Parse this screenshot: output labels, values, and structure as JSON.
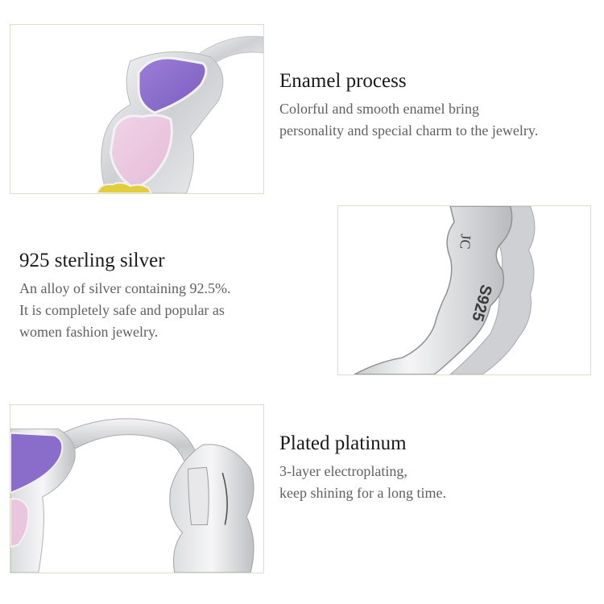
{
  "features": [
    {
      "title": "Enamel process",
      "description_lines": [
        "Colorful and smooth enamel bring",
        "personality and special charm to the jewelry."
      ],
      "image": "close-up of silver earring with purple, pink and yellow enamel hearts"
    },
    {
      "title": "925 sterling silver",
      "description_lines": [
        "An alloy of silver containing 92.5%.",
        "It is completely safe and popular as",
        "women fashion jewelry."
      ],
      "image": "inner side of silver earring with engraved stamp",
      "engraving": "S925"
    },
    {
      "title": "Plated platinum",
      "description_lines": [
        "3-layer electroplating,",
        "keep shining for a long time."
      ],
      "image": "hinged hoop clasp of silver earring"
    }
  ],
  "colors": {
    "frame_border": "#d8e0cc",
    "title": "#1a1a1a",
    "body_text": "#606060",
    "enamel_purple": "#8a6ccb",
    "enamel_pink": "#eac6de",
    "enamel_yellow": "#e2cd3a",
    "silver": "#dcdde0"
  }
}
